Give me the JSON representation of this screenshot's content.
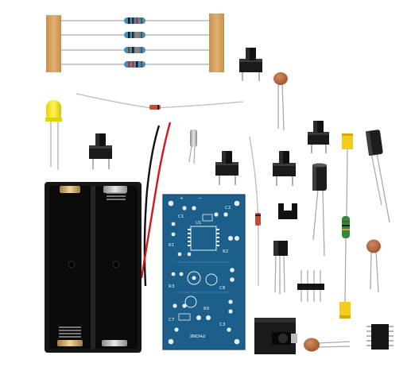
{
  "pcb": {
    "labels": {
      "plus": "+",
      "minus": "−",
      "u1": "U1",
      "phone": "PHONE",
      "c1": "C1",
      "c2": "C2",
      "r1": "R1",
      "r2": "R2",
      "r3": "R3",
      "c8": "C8",
      "r5": "R5",
      "c3": "C3",
      "c7": "C7"
    }
  },
  "components": [
    "resistor-tape-strip",
    "tactile-switch",
    "ceramic-capacitor",
    "yellow-led",
    "diode",
    "battery-holder",
    "radio-pcb",
    "electrolytic-capacitor",
    "crystal",
    "jumper",
    "transistor",
    "pin-header",
    "audio-jack",
    "ic-chip",
    "inductor"
  ],
  "colors": {
    "background": "#ffffff",
    "pcb": "#1c5f8a",
    "battery_holder": "#161616",
    "tape": "#d9a866",
    "capacitor_ceramic": "#b8683f",
    "led": "#f2e600",
    "electrolytic": "#1e1e1e",
    "inductor": "#2f8a3e",
    "tantalum": "#f4cc1e"
  }
}
